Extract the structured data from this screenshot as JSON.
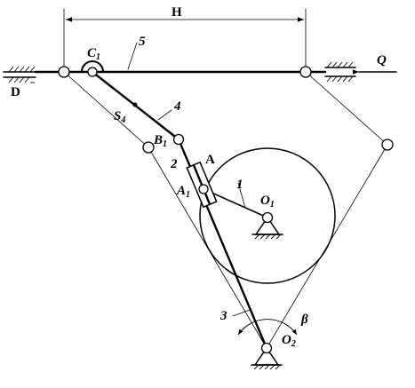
{
  "labels": {
    "H": "H",
    "Q": "Q",
    "D": "D",
    "C1": "C",
    "C1_sub": "1",
    "link5": "5",
    "link4": "4",
    "S4": "S",
    "S4_sub": "4",
    "B1": "B",
    "B1_sub": "1",
    "link2": "2",
    "A": "A",
    "A1": "A",
    "A1_sub": "1",
    "link1": "1",
    "O1": "O",
    "O1_sub": "1",
    "link3": "3",
    "O2": "O",
    "O2_sub": "2",
    "beta": "β"
  }
}
